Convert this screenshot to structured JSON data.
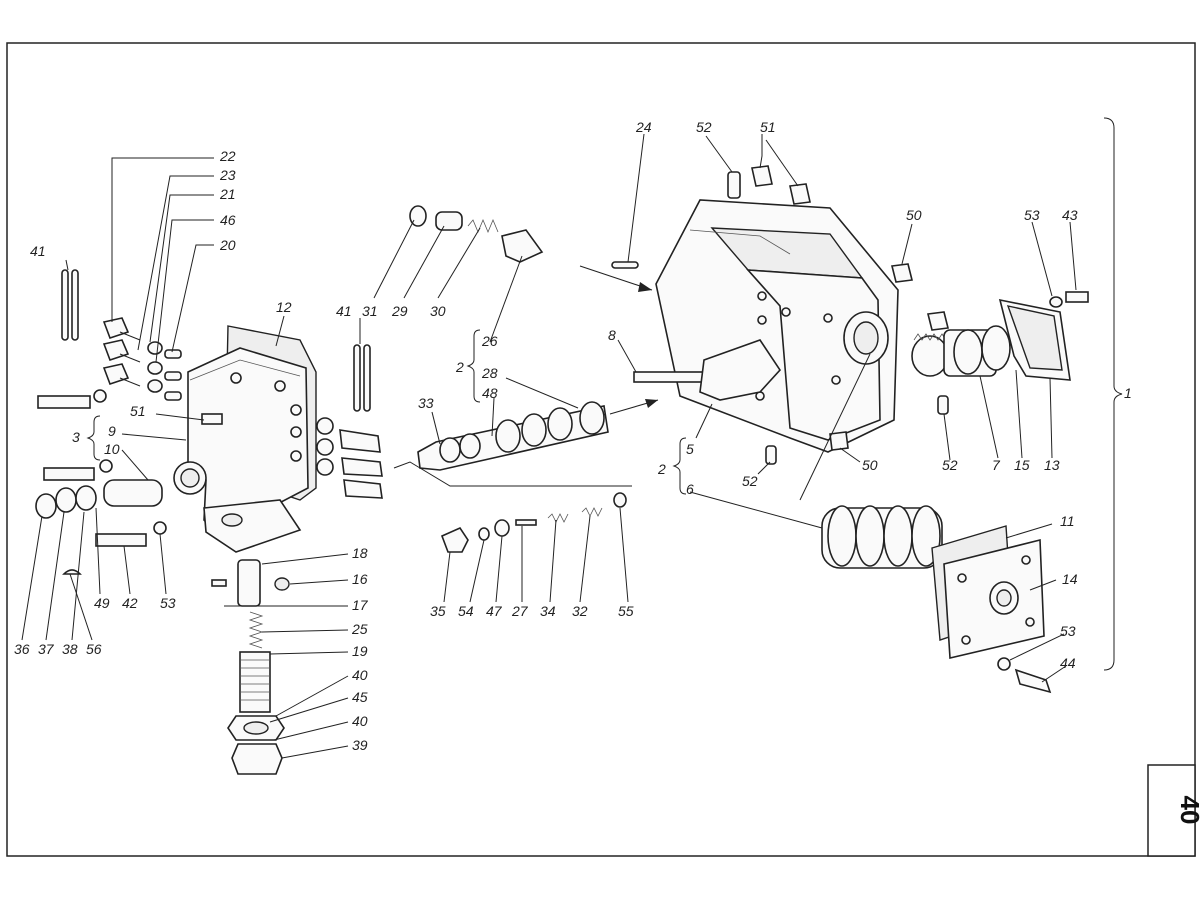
{
  "page_number": "40",
  "labels": {
    "n1": "1",
    "n2a": "2",
    "n2b": "2",
    "n3": "3",
    "n5": "5",
    "n6": "6",
    "n7": "7",
    "n8": "8",
    "n9": "9",
    "n10": "10",
    "n11": "11",
    "n12": "12",
    "n13": "13",
    "n14": "14",
    "n15": "15",
    "n16": "16",
    "n17": "17",
    "n18": "18",
    "n19": "19",
    "n20": "20",
    "n21": "21",
    "n22": "22",
    "n23": "23",
    "n24": "24",
    "n25": "25",
    "n26": "26",
    "n27": "27",
    "n28": "28",
    "n29": "29",
    "n30": "30",
    "n31": "31",
    "n32": "32",
    "n33": "33",
    "n34": "34",
    "n35": "35",
    "n36": "36",
    "n37": "37",
    "n38": "38",
    "n39": "39",
    "n40a": "40",
    "n40b": "40",
    "n41a": "41",
    "n41b": "41",
    "n42": "42",
    "n43": "43",
    "n44": "44",
    "n45": "45",
    "n46": "46",
    "n47": "47",
    "n48": "48",
    "n49": "49",
    "n50a": "50",
    "n50b": "50",
    "n51a": "51",
    "n51b": "51",
    "n52a": "52",
    "n52b": "52",
    "n52c": "52",
    "n53a": "53",
    "n53b": "53",
    "n53c": "53",
    "n54": "54",
    "n55": "55",
    "n56": "56"
  }
}
